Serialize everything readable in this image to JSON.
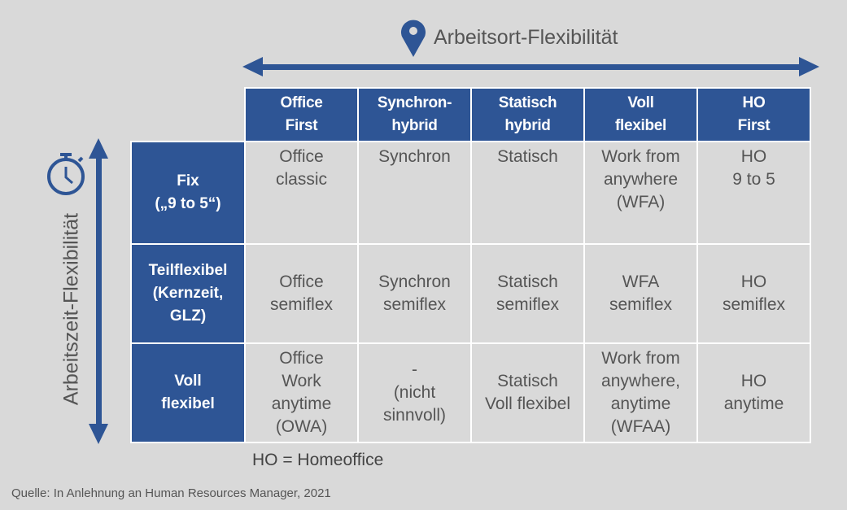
{
  "axes": {
    "x_label": "Arbeitsort-Flexibilität",
    "y_label": "Arbeitszeit-Flexibilität"
  },
  "columns": [
    "Office\nFirst",
    "Synchron-\nhybrid",
    "Statisch\nhybrid",
    "Voll\nflexibel",
    "HO\nFirst"
  ],
  "rows": [
    {
      "header": "Fix\n(„9 to 5“)",
      "cells": [
        "Office\nclassic",
        "Synchron",
        "Statisch",
        "Work from\nanywhere\n(WFA)",
        "HO\n9 to 5"
      ]
    },
    {
      "header": "Teilflexibel\n(Kernzeit,\nGLZ)",
      "cells": [
        "Office\nsemiflex",
        "Synchron\nsemiflex",
        "Statisch\nsemiflex",
        "WFA\nsemiflex",
        "HO\nsemiflex"
      ]
    },
    {
      "header": "Voll\nflexibel",
      "cells": [
        "Office\nWork\nanytime\n(OWA)",
        "-\n(nicht\nsinnvoll)",
        "Statisch\nVoll flexibel",
        "Work from\nanywhere,\nanytime\n(WFAA)",
        "HO\nanytime"
      ]
    }
  ],
  "note": "HO = Homeoffice",
  "source": "Quelle: In Anlehnung an Human Resources Manager, 2021",
  "colors": {
    "accent": "#2e5595",
    "background": "#d9d9d9"
  }
}
